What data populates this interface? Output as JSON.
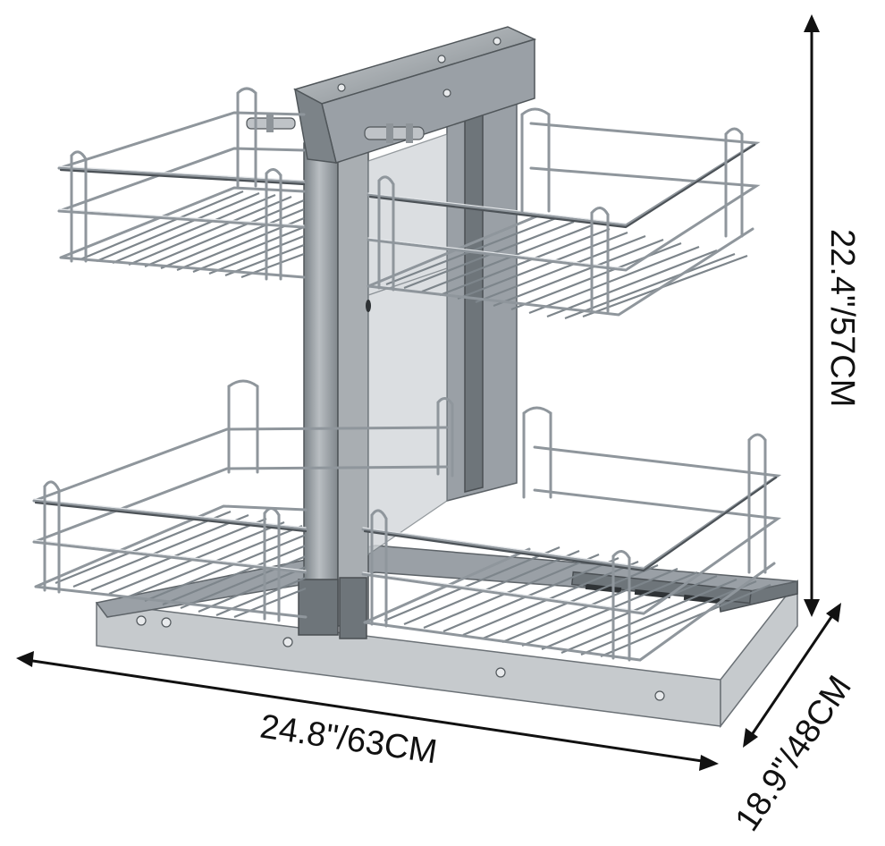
{
  "dimensions": {
    "width": "24.8\"/63CM",
    "height": "22.4\"/57CM",
    "depth": "18.9\"/48CM"
  },
  "colors": {
    "chrome": "#8f969c",
    "frame": "#9aa0a6",
    "text": "#111111",
    "background": "#ffffff"
  }
}
